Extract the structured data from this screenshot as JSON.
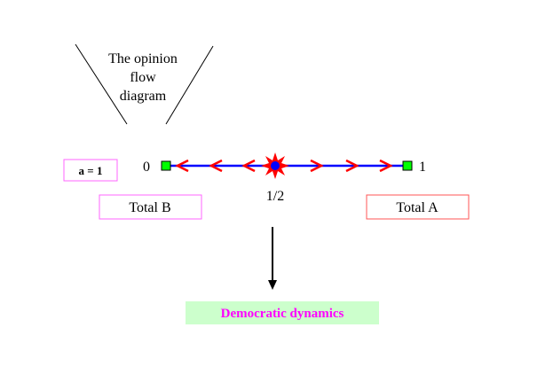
{
  "title_lines": [
    "The opinion",
    "flow",
    "diagram"
  ],
  "parameter_label": "a = 1",
  "axis": {
    "left_label": "0",
    "right_label": "1",
    "mid_label": "1/2"
  },
  "totals": {
    "left": "Total B",
    "right": "Total A"
  },
  "result_label": "Democratic dynamics",
  "colors": {
    "line": "#0000ff",
    "arrows": "#ff0000",
    "endpoints": "#00ff00",
    "result_text": "#ff00ff",
    "result_bg": "#ccffcc",
    "left_box": "#ff00ff",
    "right_box": "#ff3333"
  }
}
